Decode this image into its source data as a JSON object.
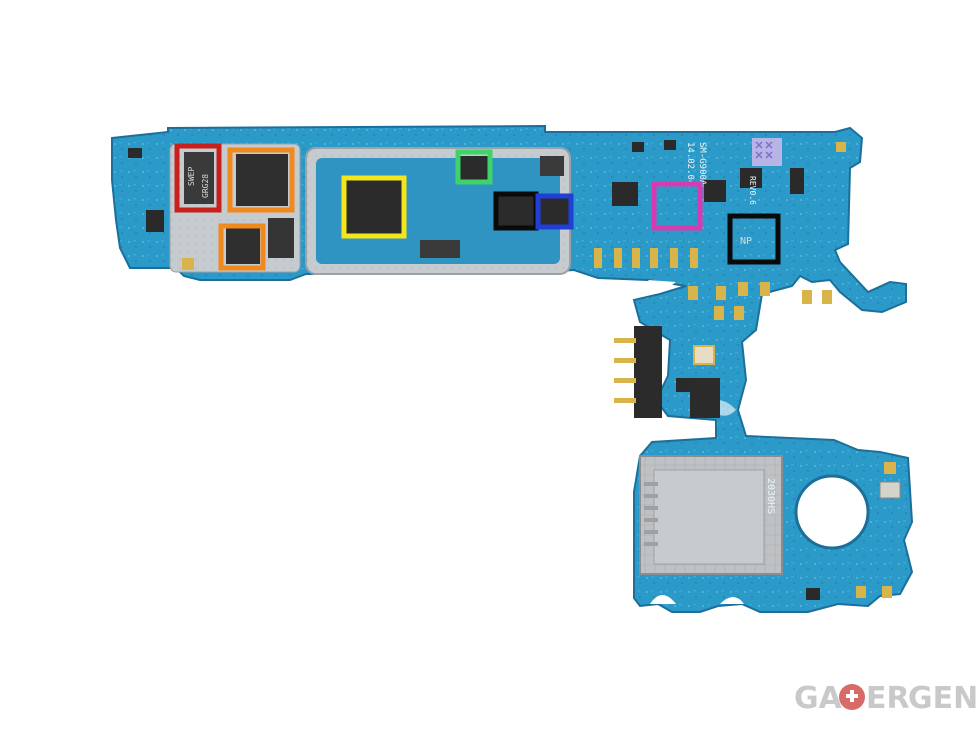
{
  "board": {
    "silkscreen_model": "SM-G900A",
    "silkscreen_date": "14.02.04",
    "silkscreen_code": "REV0.6",
    "sim_tray_code": "2030HS"
  },
  "chips": [
    {
      "name": "red",
      "color": "#c8211b",
      "marking_line1": "SWEP",
      "marking_line2": "GRG28"
    },
    {
      "name": "orange-large",
      "color": "#f08a1f",
      "marking_line1": "",
      "marking_line2": ""
    },
    {
      "name": "orange-small",
      "color": "#f08a1f",
      "marking_line1": "",
      "marking_line2": ""
    },
    {
      "name": "yellow",
      "color": "#f5e51b",
      "marking_line1": "",
      "marking_line2": ""
    },
    {
      "name": "green",
      "color": "#3fd46a",
      "marking_line1": "",
      "marking_line2": ""
    },
    {
      "name": "black-left",
      "color": "#0a0a0a",
      "marking_line1": "",
      "marking_line2": ""
    },
    {
      "name": "blue",
      "color": "#1f3fd8",
      "marking_line1": "",
      "marking_line2": ""
    },
    {
      "name": "pink",
      "color": "#d83ab0",
      "marking_line1": "",
      "marking_line2": ""
    },
    {
      "name": "black-right",
      "color": "#0a0a0a",
      "marking_line1": "NP",
      "marking_line2": ""
    }
  ],
  "watermark": {
    "text_a": "GA",
    "text_b": "ER",
    "text_c": "GEN",
    "color": "#c9c9c9",
    "accent": "#d86a6a"
  },
  "colors": {
    "pcb": "#2c9ac9",
    "pcb_dark": "#1f7fae",
    "shield": "#c9ced2",
    "pad_gold": "#d8b44a"
  }
}
